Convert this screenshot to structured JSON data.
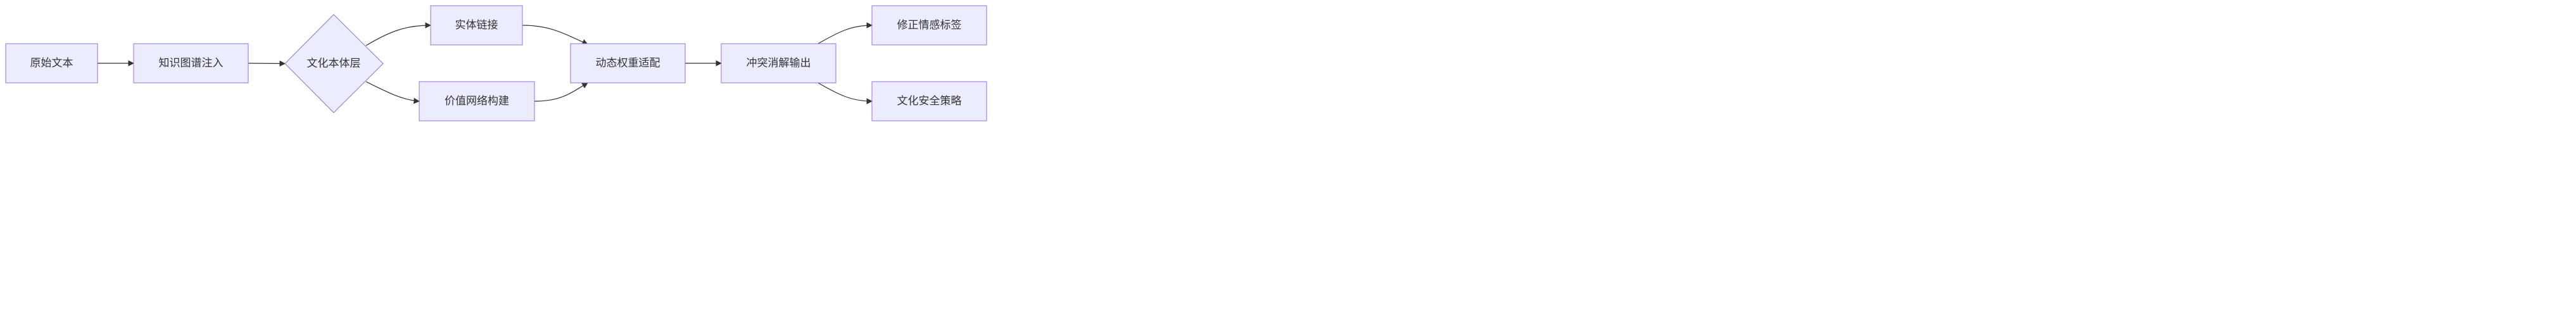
{
  "diagram": {
    "type": "flowchart",
    "direction": "left-to-right",
    "nodes": [
      {
        "id": "raw_text",
        "label": "原始文本",
        "shape": "rectangle"
      },
      {
        "id": "kg_inject",
        "label": "知识图谱注入",
        "shape": "rectangle"
      },
      {
        "id": "culture_ontology",
        "label": "文化本体层",
        "shape": "diamond"
      },
      {
        "id": "entity_link",
        "label": "实体链接",
        "shape": "rectangle"
      },
      {
        "id": "value_network",
        "label": "价值网络构建",
        "shape": "rectangle"
      },
      {
        "id": "dynamic_weight",
        "label": "动态权重适配",
        "shape": "rectangle"
      },
      {
        "id": "conflict_output",
        "label": "冲突消解输出",
        "shape": "rectangle"
      },
      {
        "id": "emotion_label",
        "label": "修正情感标签",
        "shape": "rectangle"
      },
      {
        "id": "culture_policy",
        "label": "文化安全策略",
        "shape": "rectangle"
      }
    ],
    "edges": [
      {
        "from": "raw_text",
        "to": "kg_inject"
      },
      {
        "from": "kg_inject",
        "to": "culture_ontology"
      },
      {
        "from": "culture_ontology",
        "to": "entity_link"
      },
      {
        "from": "culture_ontology",
        "to": "value_network"
      },
      {
        "from": "entity_link",
        "to": "dynamic_weight"
      },
      {
        "from": "value_network",
        "to": "dynamic_weight"
      },
      {
        "from": "dynamic_weight",
        "to": "conflict_output"
      },
      {
        "from": "conflict_output",
        "to": "emotion_label"
      },
      {
        "from": "conflict_output",
        "to": "culture_policy"
      }
    ],
    "colors": {
      "node_fill": "#ECECFF",
      "node_stroke": "#9370DB",
      "edge": "#333333",
      "text": "#333333"
    }
  }
}
